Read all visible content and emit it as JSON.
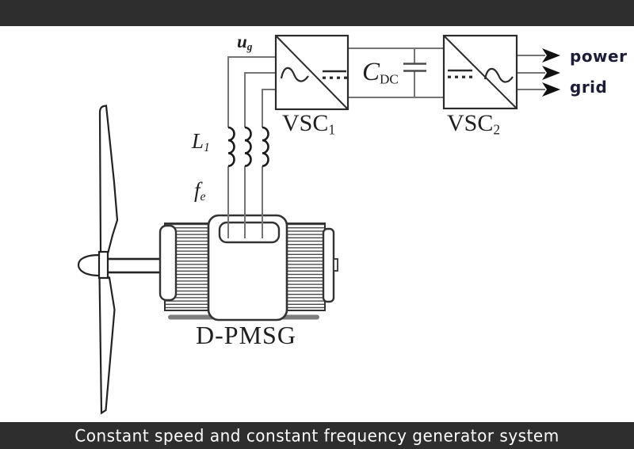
{
  "caption": "Constant speed and constant frequency generator system",
  "labels": {
    "ug": {
      "base": "u",
      "sub": "g"
    },
    "l1": {
      "base": "L",
      "sub": "1"
    },
    "fe": {
      "base": "f",
      "sub": "e"
    },
    "cdc": {
      "base": "C",
      "sub": "DC"
    },
    "vsc1": {
      "base": "VSC",
      "sub": "1"
    },
    "vsc2": {
      "base": "VSC",
      "sub": "2"
    },
    "generator": "D-PMSG",
    "power_grid": {
      "line1": "power",
      "line2": "grid"
    }
  },
  "diagram": {
    "type": "circuit-diagram",
    "components": [
      "wind-turbine-rotor",
      "direct-drive-permanent-magnet-synchronous-generator",
      "filter-inductor-L1",
      "machine-side-converter-VSC1",
      "dc-link-capacitor-CDC",
      "grid-side-converter-VSC2",
      "power-grid-output-arrows"
    ]
  },
  "colors": {
    "frame_bar": "#2e2e2e",
    "caption_text": "#ffffff",
    "diagram_ink": "#2b2b2b",
    "wire_gray": "#757575",
    "grid_label_text": "#1c1c38",
    "background": "#ffffff"
  }
}
